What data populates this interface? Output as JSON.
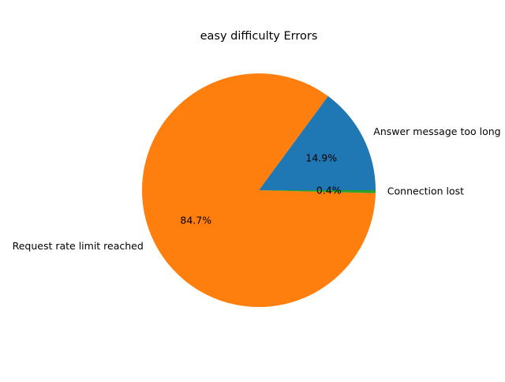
{
  "chart_data": {
    "type": "pie",
    "title": "easy difficulty Errors",
    "slices": [
      {
        "label": "Answer message too long",
        "value": 14.9,
        "pct_text": "14.9%",
        "color": "#1f77b4"
      },
      {
        "label": "Request rate limit reached",
        "value": 84.7,
        "pct_text": "84.7%",
        "color": "#ff7f0e"
      },
      {
        "label": "Connection lost",
        "value": 0.4,
        "pct_text": "0.4%",
        "color": "#2ca02c"
      }
    ],
    "start_angle_deg": 0,
    "direction": "counterclockwise",
    "legend": "none"
  }
}
